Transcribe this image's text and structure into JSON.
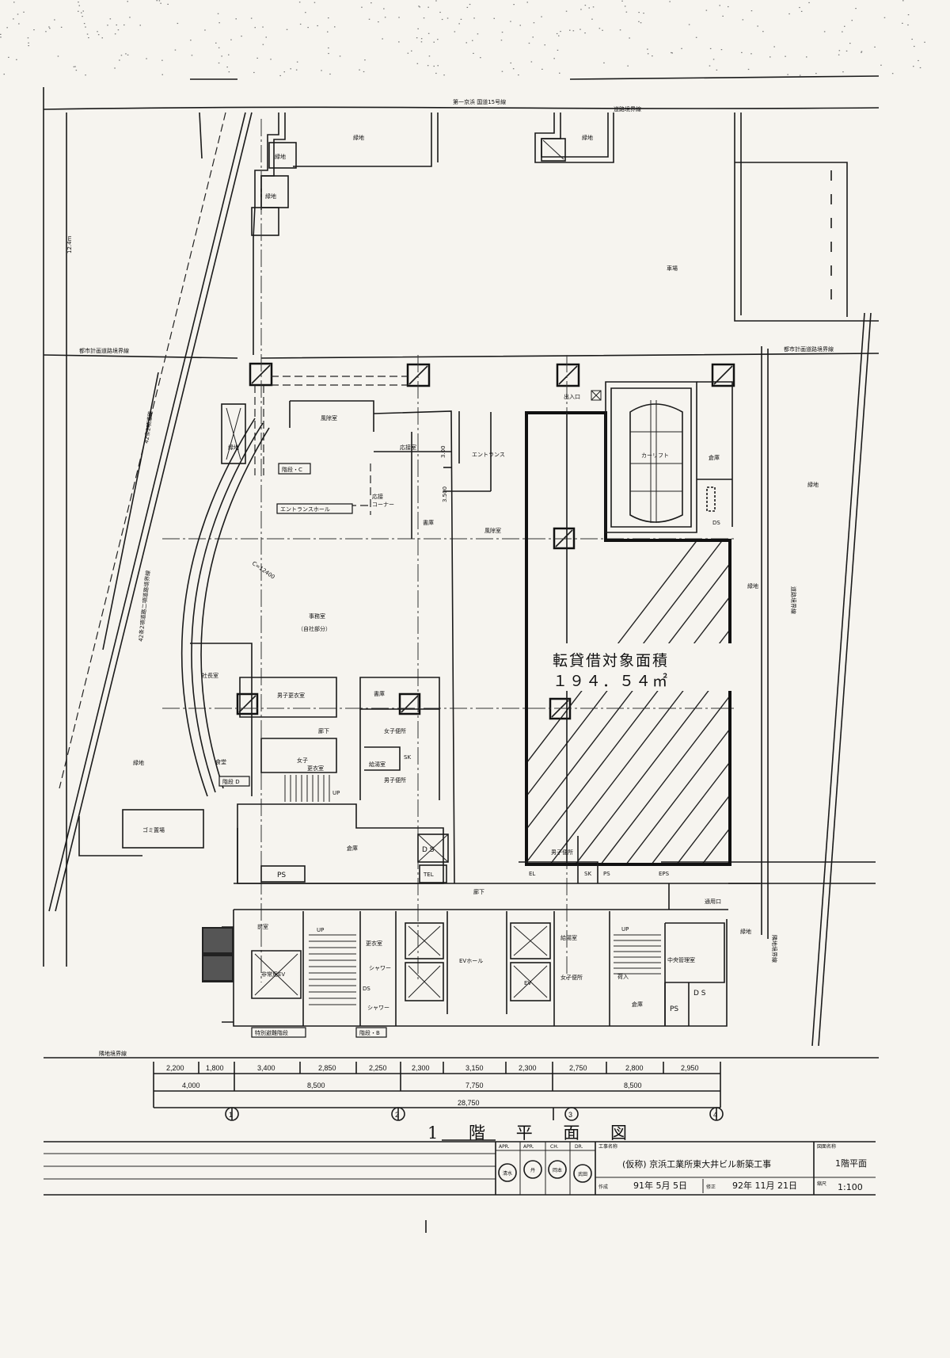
{
  "drawing": {
    "title": "1 階 平 面 図",
    "rental_area_label": "転貸借対象面積",
    "rental_area_value": "１９４．５４㎡"
  },
  "site_labels": {
    "national_road": "第一京浜 国道15号線",
    "road_boundary_top": "道路境界線",
    "green_1": "緑地",
    "green_2": "緑地",
    "green_3": "緑地",
    "green_4": "緑地",
    "green_5": "緑地",
    "green_6": "緑地",
    "green_7": "緑地",
    "green_8": "緑地",
    "green_9": "緑地",
    "parking": "車場",
    "city_road_left": "都市計画道路境界線",
    "city_road_right": "都市計画道路境界線",
    "road_width": "12.4m",
    "art42_road": "42条2項道路",
    "art42_boundary": "42条2項道路二項道路境界線",
    "adjacent_boundary": "隣地境界線",
    "adjacent_boundary_right": "隣地境界線",
    "road_boundary_right": "道路境界線",
    "garbage": "ゴミ置場",
    "radius": "C=12400"
  },
  "rooms": {
    "windbreak_1": "風除室",
    "reception": "応接室",
    "dim_300": "3.00",
    "stair_c": "階段・C",
    "entrance_hall": "エントランスホール",
    "reception_corner_1": "応接",
    "reception_corner_2": "コーナー",
    "library_1": "書庫",
    "dim_3500": "3.500",
    "entrance": "エントランス",
    "windbreak_2": "風除室",
    "exit": "出入口",
    "car_lift": "カーリフト",
    "storage_1": "倉庫",
    "ds_1": "DS",
    "office": "事務室",
    "office_sub": "（自社部分）",
    "president": "社長室",
    "men_locker": "男子更衣室",
    "library_2": "書庫",
    "corridor_1": "廊下",
    "women_wc_1": "女子便所",
    "women_locker_1": "女子",
    "women_locker_2": "更衣室",
    "pantry_1": "給湯室",
    "men_wc_1": "男子便所",
    "sk_1": "SK",
    "dining": "食堂",
    "stair_d": "階段 D",
    "storage_2": "倉庫",
    "ps_1": "PS",
    "ds_2": "D S",
    "tel": "TEL",
    "corridor_2": "廊下",
    "service_entrance": "通用口",
    "central_control": "中央管理室",
    "men_wc_2": "男子便所",
    "el": "EL",
    "sk_2": "SK",
    "ps_2": "PS",
    "eps": "EPS",
    "pantry_2": "給湯室",
    "women_wc_2": "女子便所",
    "loading": "荷入",
    "storage_3": "倉庫",
    "ps_3": "PS",
    "ds_3": "D S",
    "ev_hall": "EVホール",
    "locker_3": "更衣室",
    "shower_1": "シャワー",
    "shower_2": "シャワー",
    "ds_4": "DS",
    "ev_1": "EV",
    "anteroom": "前室",
    "emergency_ev": "非常用EV",
    "special_stair": "特別避難階段",
    "stair_b": "階段・B",
    "up_1": "UP",
    "up_2": "UP",
    "up_3": "UP"
  },
  "dimensions": {
    "row1": [
      "2,200",
      "1,800",
      "3,400",
      "2,850",
      "2,250",
      "2,300",
      "3,150",
      "2,300",
      "2,750",
      "2,800",
      "2,950"
    ],
    "row2": [
      "4,000",
      "8,500",
      "7,750",
      "8,500"
    ],
    "total": "28,750"
  },
  "grid_axes": [
    "1",
    "2",
    "3",
    "4"
  ],
  "title_block": {
    "col_apr1": "APR.",
    "col_apr2": "APR.",
    "col_ch": "CH.",
    "col_dr": "DR.",
    "stamp_1": "清水",
    "stamp_2": "丹",
    "stamp_3": "岡本",
    "stamp_4": "武田",
    "project_label": "工事名称",
    "project_name": "(仮称) 京浜工業所東大井ビル新築工事",
    "drawing_label": "図面名称",
    "drawing_name": "1階平面",
    "created_label": "作成",
    "created_date": "91年 5月 5日",
    "revised_label": "修正",
    "revised_date": "92年 11月 21日",
    "scale_label": "縮尺",
    "scale": "1:100"
  },
  "colors": {
    "paper": "#f6f4ef",
    "ink": "#111111"
  }
}
